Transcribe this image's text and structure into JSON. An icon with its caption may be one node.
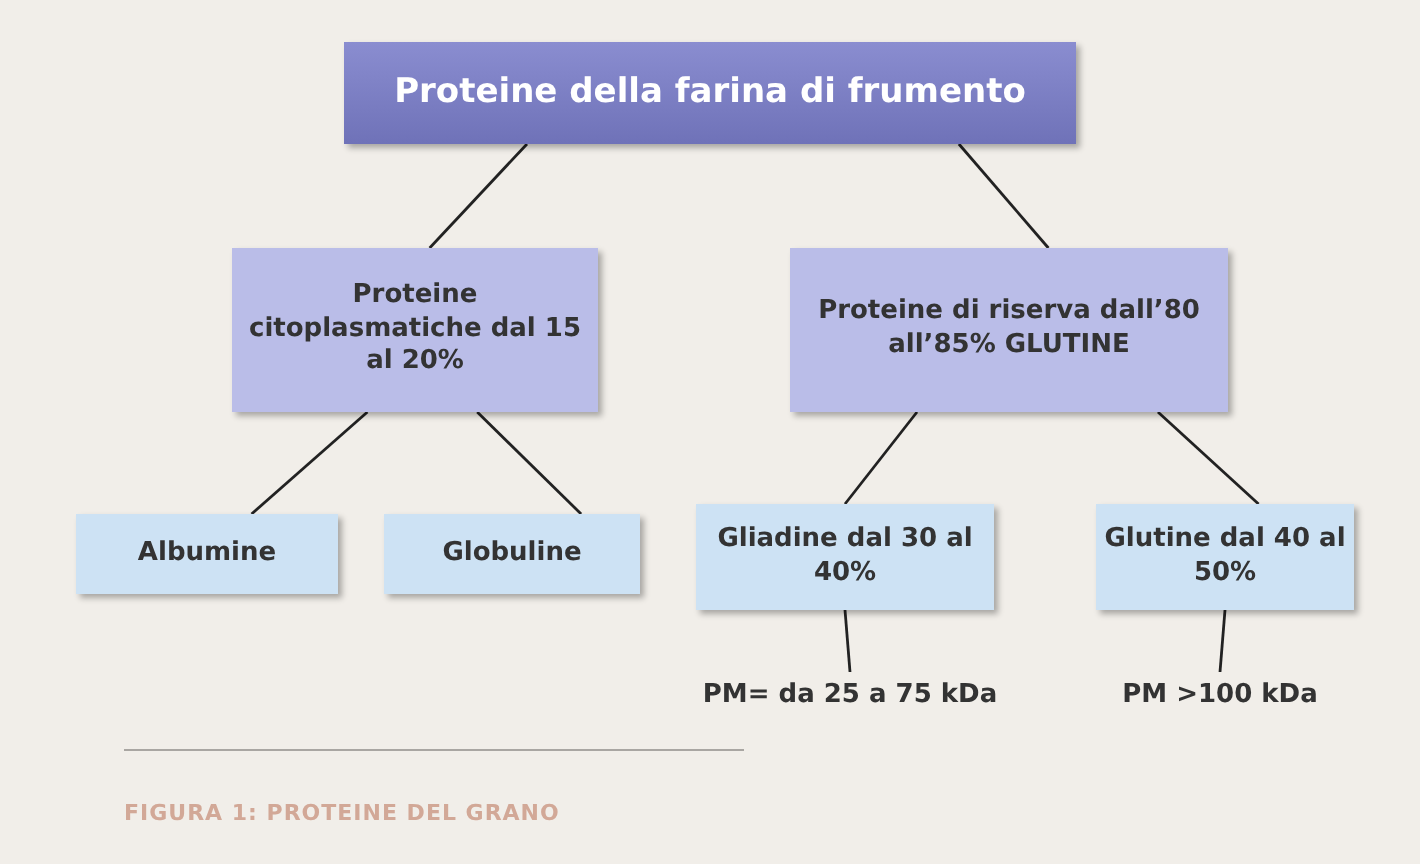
{
  "diagram": {
    "caption": "FIGURA 1: PROTEINE DEL GRANO",
    "nodes": [
      {
        "text": [
          "Proteine della farina di frumento"
        ]
      },
      {
        "text": [
          "Proteine citoplasmatiche dal 15 al 20%"
        ]
      },
      {
        "text": [
          "Proteine di riserva dall’80 all’85% GLUTINE"
        ]
      },
      {
        "text": [
          "Albumine"
        ]
      },
      {
        "text": [
          "Globuline"
        ]
      },
      {
        "text": [
          "Gliadine dal 30 al 40%"
        ]
      },
      {
        "text": [
          "Glutine dal 40 al 50%"
        ]
      },
      {
        "text": [
          "PM= da 25 a 75 kDa"
        ]
      },
      {
        "text": [
          "PM >100 kDa"
        ]
      }
    ],
    "edges": [
      {
        "from": 0,
        "to": 1,
        "arrow": "none"
      },
      {
        "from": 0,
        "to": 2,
        "arrow": "none"
      },
      {
        "from": 1,
        "to": 3,
        "arrow": "none"
      },
      {
        "from": 1,
        "to": 4,
        "arrow": "none"
      },
      {
        "from": 2,
        "to": 5,
        "arrow": "none"
      },
      {
        "from": 2,
        "to": 6,
        "arrow": "none"
      },
      {
        "from": 5,
        "to": 7,
        "arrow": "none"
      },
      {
        "from": 6,
        "to": 8,
        "arrow": "none"
      }
    ]
  }
}
